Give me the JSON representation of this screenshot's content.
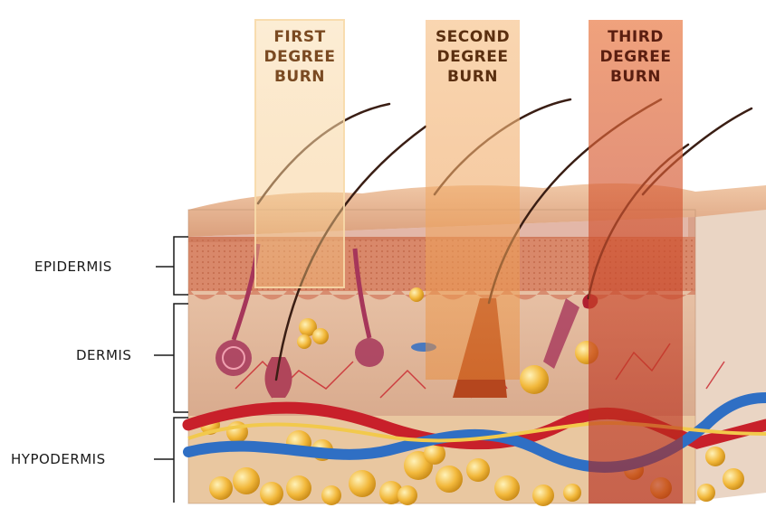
{
  "burns": [
    {
      "line1": "FIRST",
      "line2": "DEGREE",
      "line3": "BURN",
      "color": "#f5c27a",
      "text_color": "#7a4a22"
    },
    {
      "line1": "SECOND",
      "line2": "DEGREE",
      "line3": "BURN",
      "color": "#ef9b47",
      "text_color": "#5a2f10"
    },
    {
      "line1": "THIRD",
      "line2": "DEGREE",
      "line3": "BURN",
      "color": "#c8321f",
      "text_color": "#5a1e10"
    }
  ],
  "layers": {
    "epidermis": "EPIDERMIS",
    "dermis": "DERMIS",
    "hypodermis": "HYPODERMIS"
  },
  "colors": {
    "skin_top": "#e7b593",
    "epidermis": "#d98a68",
    "dermis": "#e3bea3",
    "fat": "#f0b53a",
    "artery": "#c8202a",
    "vein": "#2f6fc4",
    "nerve": "#f2c94c"
  }
}
